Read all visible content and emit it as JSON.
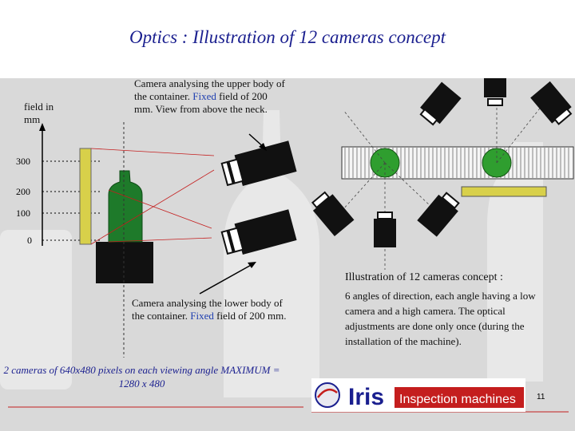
{
  "title": "Optics : Illustration of 12 cameras concept",
  "axis": {
    "label": "field in mm",
    "ticks": [
      "300",
      "200",
      "100",
      "0"
    ]
  },
  "upper_camera": {
    "text_before": "Camera analysing the upper body of the container. ",
    "highlight": "Fixed",
    "text_after": " field of 200 mm. View from above the neck."
  },
  "lower_camera": {
    "text_before": "Camera analysing the lower body of the container. ",
    "highlight": "Fixed",
    "text_after": " field of 200 mm."
  },
  "right_panel": {
    "title": "Illustration of 12 cameras concept :",
    "text": "6 angles of direction, each angle having a low camera and a high camera. The optical adjustments are done only  once (during the installation of the machine)."
  },
  "pixels_note": "2 cameras of 640x480 pixels on each viewing angle MAXIMUM = 1280 x 480",
  "logo": {
    "brand": "Iris",
    "tagline": "Inspection machines"
  },
  "page_number": "11",
  "colors": {
    "title": "#1a1f8f",
    "highlight": "#1f3fb0",
    "bottle": "#1e7a2a",
    "field_bar": "#d8d04a",
    "bottle_dot": "#2f9e2f",
    "logo_red": "#c41e1e"
  }
}
